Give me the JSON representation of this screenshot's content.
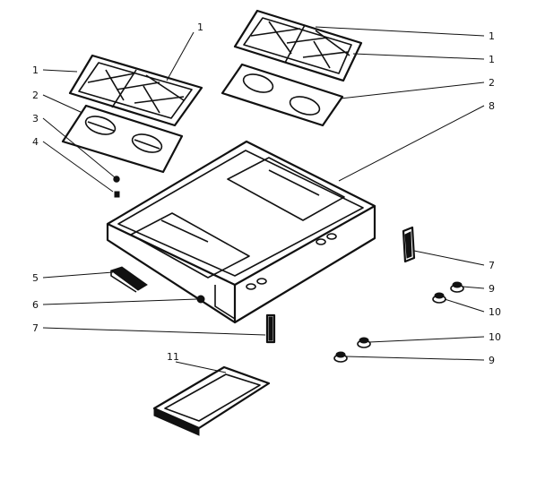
{
  "callouts": [
    {
      "id": "c-1-left",
      "text": "1"
    },
    {
      "id": "c-1-top",
      "text": "1"
    },
    {
      "id": "c-2-left",
      "text": "2"
    },
    {
      "id": "c-3",
      "text": "3"
    },
    {
      "id": "c-4",
      "text": "4"
    },
    {
      "id": "c-1-r1",
      "text": "1"
    },
    {
      "id": "c-1-r2",
      "text": "1"
    },
    {
      "id": "c-2-right",
      "text": "2"
    },
    {
      "id": "c-8",
      "text": "8"
    },
    {
      "id": "c-5",
      "text": "5"
    },
    {
      "id": "c-6",
      "text": "6"
    },
    {
      "id": "c-7-left",
      "text": "7"
    },
    {
      "id": "c-7-right",
      "text": "7"
    },
    {
      "id": "c-9-top",
      "text": "9"
    },
    {
      "id": "c-10-top",
      "text": "10"
    },
    {
      "id": "c-10-bottom",
      "text": "10"
    },
    {
      "id": "c-9-bottom",
      "text": "9"
    },
    {
      "id": "c-11",
      "text": "11"
    }
  ]
}
